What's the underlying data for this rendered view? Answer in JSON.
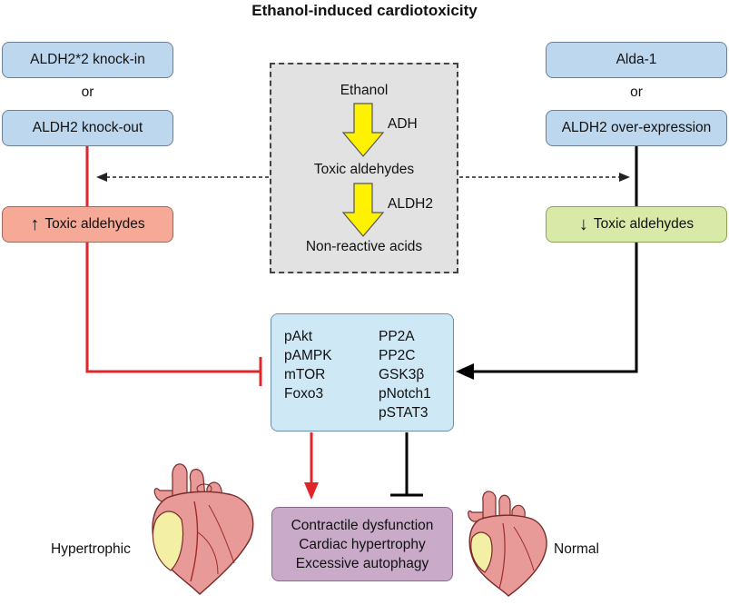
{
  "title": "Ethanol-induced cardiotoxicity",
  "left": {
    "box1": "ALDH2*2 knock-in",
    "or": "or",
    "box2": "ALDH2 knock-out",
    "effect_arrow": "↑",
    "effect": "Toxic aldehydes"
  },
  "right": {
    "box1": "Alda-1",
    "or": "or",
    "box2": "ALDH2 over-expression",
    "effect_arrow": "↓",
    "effect": "Toxic aldehydes"
  },
  "metabolism": {
    "ethanol": "Ethanol",
    "enzyme1": "ADH",
    "aldehydes": "Toxic aldehydes",
    "enzyme2": "ALDH2",
    "acids": "Non-reactive acids"
  },
  "pathway": {
    "col1": [
      "pAkt",
      "pAMPK",
      "mTOR",
      "Foxo3"
    ],
    "col2": [
      "PP2A",
      "PP2C",
      "GSK3β",
      "pNotch1",
      "pSTAT3"
    ]
  },
  "outcome": [
    "Contractile dysfunction",
    "Cardiac hypertrophy",
    "Excessive autophagy"
  ],
  "hearts": {
    "left_label": "Hypertrophic",
    "right_label": "Normal"
  },
  "colors": {
    "inhibit_red": "#e0262b",
    "black": "#000000",
    "arrow_yellow": "#fff200"
  }
}
